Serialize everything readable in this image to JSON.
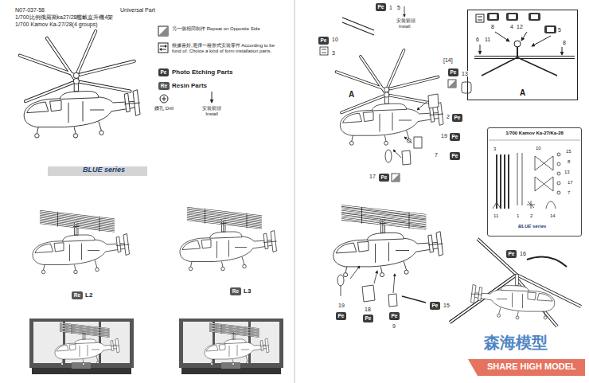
{
  "diagram": {
    "nodes": [
      {
        "text": [
          "Pe"
        ]
      },
      {
        "text": [
          "Re"
        ]
      },
      {
        "text": [
          "Re"
        ]
      },
      {
        "text": [
          "Re"
        ]
      },
      {
        "text": [
          "Pe"
        ]
      },
      {
        "text": [
          "Pe"
        ]
      },
      {
        "text": [
          "A"
        ]
      },
      {
        "text": [
          "Pe"
        ],
        "in": 6
      },
      {
        "text": [
          "Pe"
        ],
        "in": 6
      },
      {
        "text": [
          "Pe"
        ],
        "in": 6
      },
      {
        "text": [
          "Pe"
        ],
        "in": 6
      },
      {
        "text": [
          "Pe"
        ]
      },
      {
        "text": [
          "Pe"
        ]
      },
      {
        "text": [
          "Pe"
        ]
      },
      {
        "text": [
          "Pe"
        ]
      },
      {
        "text": [
          "Pe"
        ]
      },
      {
        "text": [
          "1/700 Kamov Ka-27/Ka-28"
        ]
      },
      {
        "text": [
          "Pe"
        ]
      },
      {
        "text": [
          "Pe"
        ]
      },
      {
        "text": [
          "Pe"
        ]
      },
      {
        "text": [
          "Pe"
        ]
      },
      {
        "text": [
          "Pe"
        ]
      }
    ],
    "labels": [
      "N07-037-58",
      "Universal Part",
      "1/700比例俄羅斯ka27/28艦載直升機4架",
      "1/700 Kamov Ka-27/28(4 groups)",
      "BLUE series",
      "L2",
      "L3",
      "1",
      "5",
      "10",
      "3",
      "安裝箭頭",
      "Install",
      "A",
      "6",
      "11",
      "8",
      "4",
      "12",
      "5",
      "8",
      "[14]",
      "13",
      "2",
      "19",
      "7",
      "17",
      "3",
      "10",
      "15",
      "8",
      "13",
      "17",
      "7",
      "14",
      "2",
      "11",
      "1",
      "BLUE series",
      "16",
      "19",
      "18",
      "9",
      "15",
      "森海模型",
      "SHARE HIGH MODEL"
    ],
    "legend": [
      {
        "text": "另一側相同制作 Repeat on Opposite Side"
      },
      {
        "text": "根據喜好,選擇一種形式安裝零件 According to be fond of. Choice a kind of form installation parts."
      },
      {
        "text": "Photo Etching Parts"
      },
      {
        "text": "Resin Parts"
      },
      {
        "text": "鑽孔 Drill"
      },
      {
        "text": "安裝箭頭 Install"
      }
    ]
  }
}
